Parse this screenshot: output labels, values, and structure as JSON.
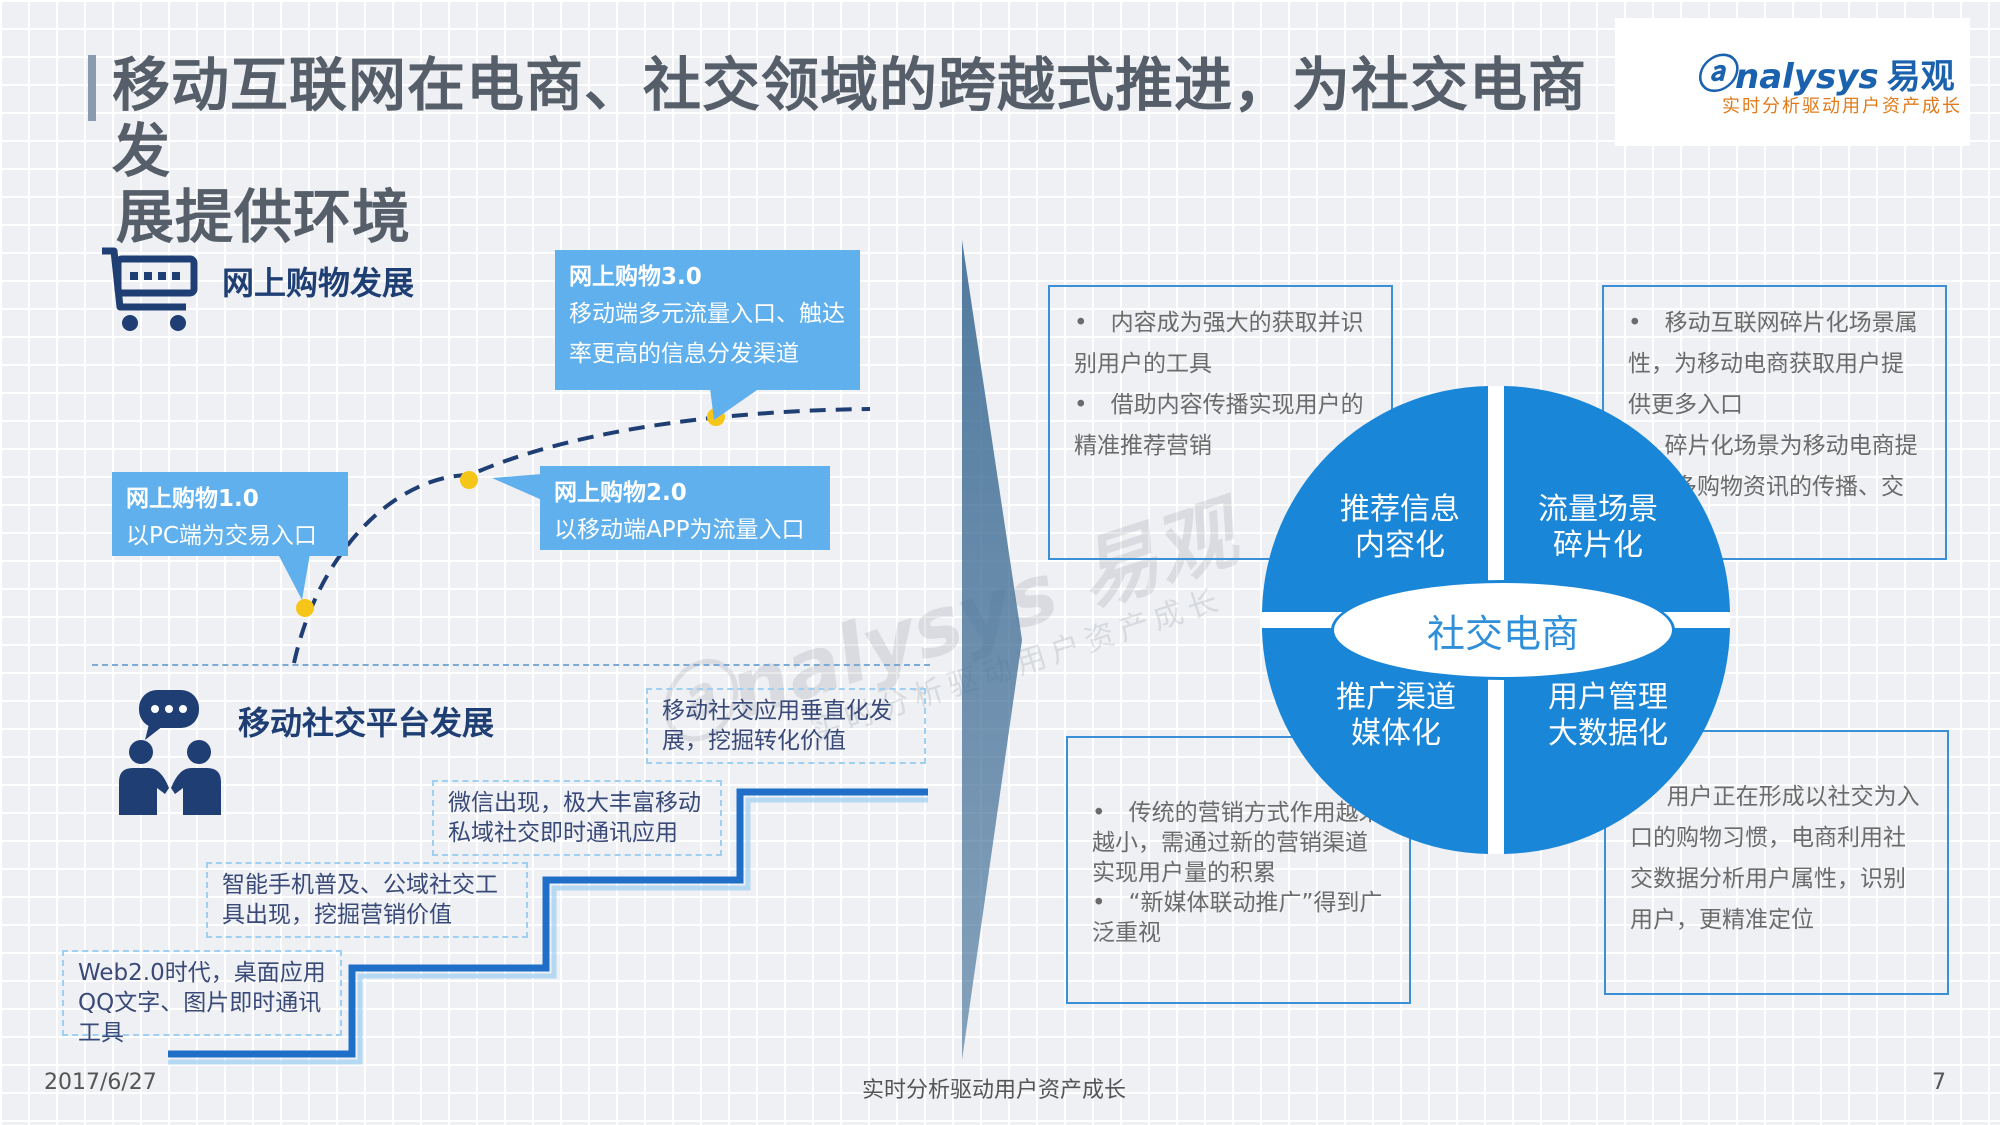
{
  "header": {
    "title_line1": "移动互联网在电商、社交领域的跨越式推进，为社交电商发",
    "title_line2": "展提供环境"
  },
  "logo": {
    "brand": "nalysys",
    "brand_cn": "易观",
    "slogan": "实时分析驱动用户资产成长"
  },
  "shopping": {
    "title": "网上购物发展",
    "stage1": {
      "title": "网上购物1.0",
      "desc": "以PC端为交易入口"
    },
    "stage2": {
      "title": "网上购物2.0",
      "desc": "以移动端APP为流量入口"
    },
    "stage3": {
      "title": "网上购物3.0",
      "desc": "移动端多元流量入口、触达率更高的信息分发渠道"
    }
  },
  "social": {
    "title": "移动社交平台发展",
    "steps": [
      "Web2.0时代，桌面应用QQ文字、图片即时通讯工具",
      "智能手机普及、公域社交工具出现，挖掘营销价值",
      "微信出现，极大丰富移动私域社交即时通讯应用",
      "移动社交应用垂直化发展，挖掘转化价值"
    ]
  },
  "panels": {
    "top_left": [
      "•　内容成为强大的获取并识别用户的工具",
      "•　借助内容传播实现用户的精准推荐营销"
    ],
    "top_right": [
      "•　移动互联网碎片化场景属性，为移动电商获取用户提供更多入口",
      "•　碎片化场景为移动电商提供更多购物资讯的传播、交易机会"
    ],
    "bottom_left": [
      "•　传统的营销方式作用越来越小，需通过新的营销渠道实现用户量的积累",
      "•　“新媒体联动推广”得到广泛重视"
    ],
    "bottom_right": [
      "•　用户正在形成以社交为入口的购物习惯，电商利用社交数据分析用户属性，识别用户，更精准定位"
    ]
  },
  "circle": {
    "center": "社交电商",
    "q_tl": "推荐信息\n内容化",
    "q_tr": "流量场景\n碎片化",
    "q_bl": "推广渠道\n媒体化",
    "q_br": "用户管理\n大数据化"
  },
  "footer": {
    "date": "2017/6/27",
    "center": "实时分析驱动用户资产成长",
    "page": "7"
  },
  "colors": {
    "title": "#555e69",
    "dark_blue": "#1f3f74",
    "callout": "#5fb0ec",
    "circle": "#1a86d8",
    "step_line": "#1f6fc8",
    "dot": "#f5c518"
  },
  "icons": [
    "shopping-cart-icon",
    "chat-people-icon"
  ]
}
